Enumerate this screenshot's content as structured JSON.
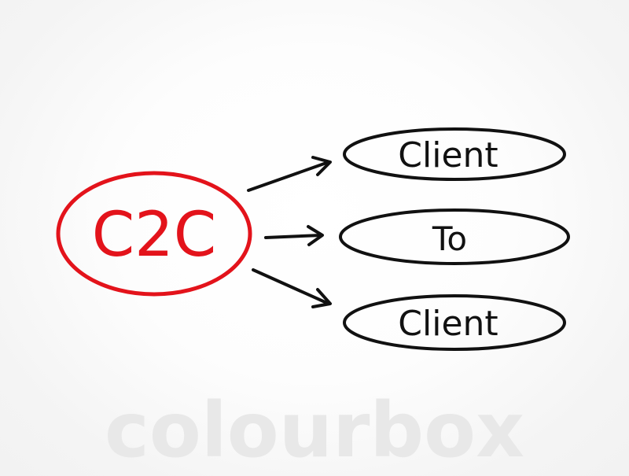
{
  "diagram": {
    "acronym": "C2C",
    "items": [
      "Client",
      "To",
      "Client"
    ],
    "watermark": "colourbox",
    "colors": {
      "accent": "#e3131b",
      "ink": "#111111",
      "watermark": "#ededed"
    }
  }
}
